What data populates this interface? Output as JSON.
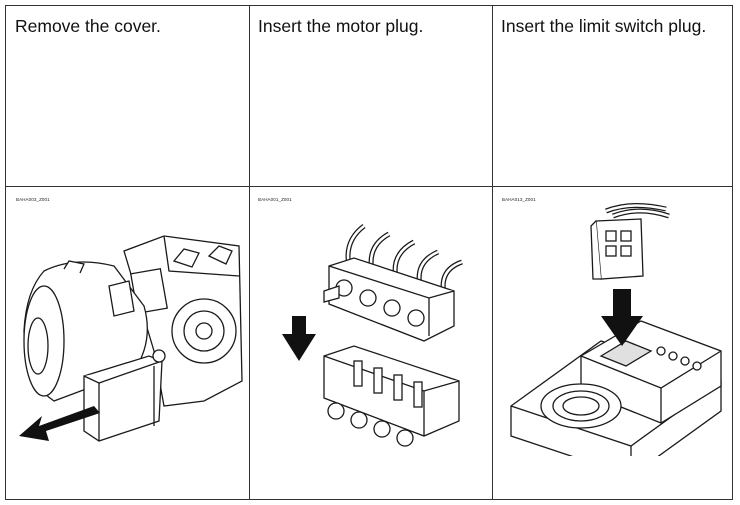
{
  "steps": [
    {
      "caption": "Remove the cover.",
      "image_code": "BAHA003_Z001",
      "illustration": "motor-cover-removal"
    },
    {
      "caption": "Insert the motor plug.",
      "image_code": "BAHA001_Z001",
      "illustration": "motor-plug-insert"
    },
    {
      "caption": "Insert the limit switch plug.",
      "image_code": "BAHA013_Z001",
      "illustration": "limit-switch-plug-insert"
    }
  ],
  "colors": {
    "line": "#1a1a1a",
    "fill": "#ffffff",
    "shade": "#d9d9d9",
    "arrow": "#111111"
  }
}
